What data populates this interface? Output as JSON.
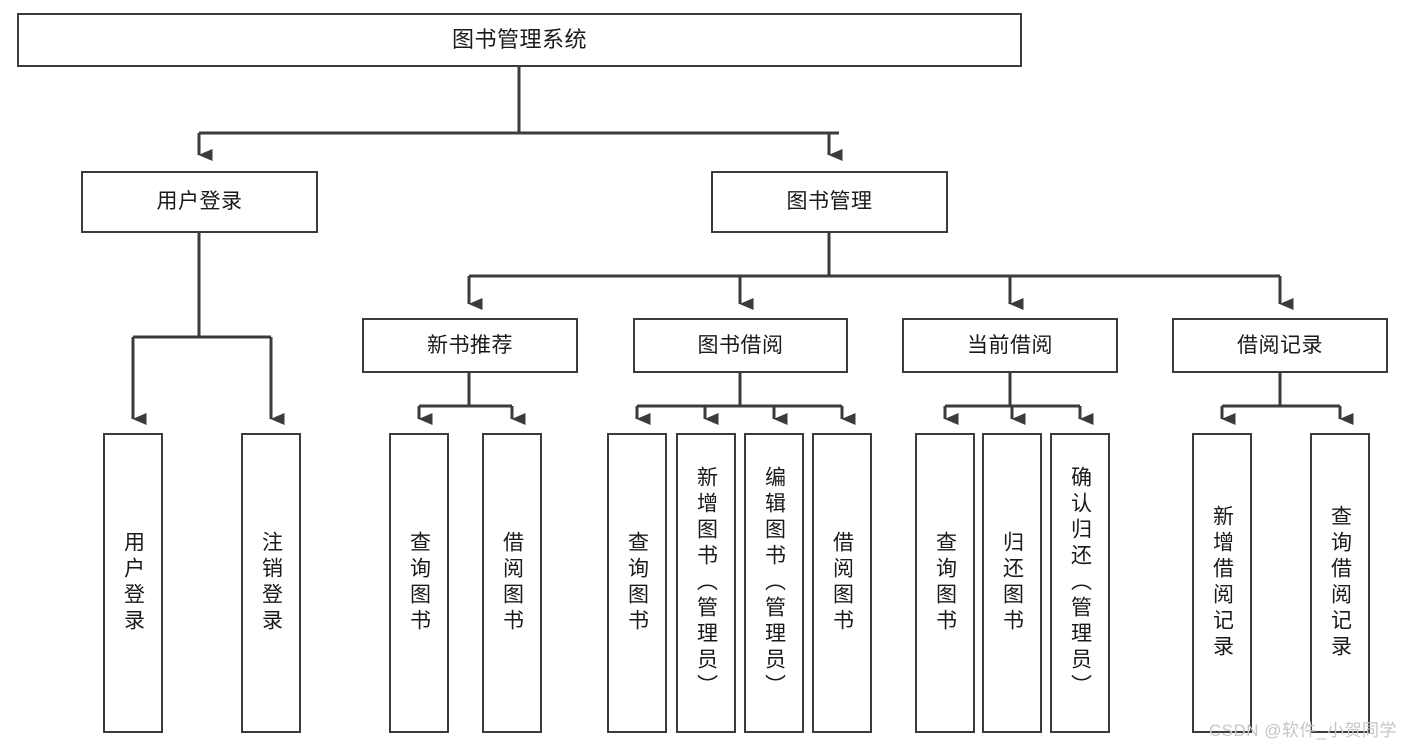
{
  "diagram": {
    "title": "图书管理系统",
    "type": "hierarchy-tree",
    "watermark": "CSDN @软件_小贺同学",
    "colors": {
      "stroke": "#3b3b3b",
      "fill": "#ffffff",
      "text": "#1a1a1a",
      "watermark": "#c6c6c6"
    },
    "nodes": {
      "root": {
        "label": "图书管理系统"
      },
      "level2": [
        {
          "id": "user-login",
          "label": "用户登录"
        },
        {
          "id": "book-manage",
          "label": "图书管理"
        }
      ],
      "level3": [
        {
          "id": "new-book-recommend",
          "label": "新书推荐"
        },
        {
          "id": "book-borrow",
          "label": "图书借阅"
        },
        {
          "id": "current-borrow",
          "label": "当前借阅"
        },
        {
          "id": "borrow-record",
          "label": "借阅记录"
        }
      ],
      "leaves": {
        "user-login": [
          {
            "id": "leaf-user-login",
            "label": "用户登录"
          },
          {
            "id": "leaf-logout-login",
            "label": "注销登录"
          }
        ],
        "new-book-recommend": [
          {
            "id": "leaf-query-book-1",
            "label": "查询图书"
          },
          {
            "id": "leaf-borrow-book-1",
            "label": "借阅图书"
          }
        ],
        "book-borrow": [
          {
            "id": "leaf-query-book-2",
            "label": "查询图书"
          },
          {
            "id": "leaf-add-book",
            "label": "新增图书（管理员）"
          },
          {
            "id": "leaf-edit-book",
            "label": "编辑图书（管理员）"
          },
          {
            "id": "leaf-borrow-book-2",
            "label": "借阅图书"
          }
        ],
        "current-borrow": [
          {
            "id": "leaf-query-book-3",
            "label": "查询图书"
          },
          {
            "id": "leaf-return-book",
            "label": "归还图书"
          },
          {
            "id": "leaf-confirm-return",
            "label": "确认归还（管理员）"
          }
        ],
        "borrow-record": [
          {
            "id": "leaf-add-record",
            "label": "新增借阅记录"
          },
          {
            "id": "leaf-query-record",
            "label": "查询借阅记录"
          }
        ]
      }
    }
  }
}
